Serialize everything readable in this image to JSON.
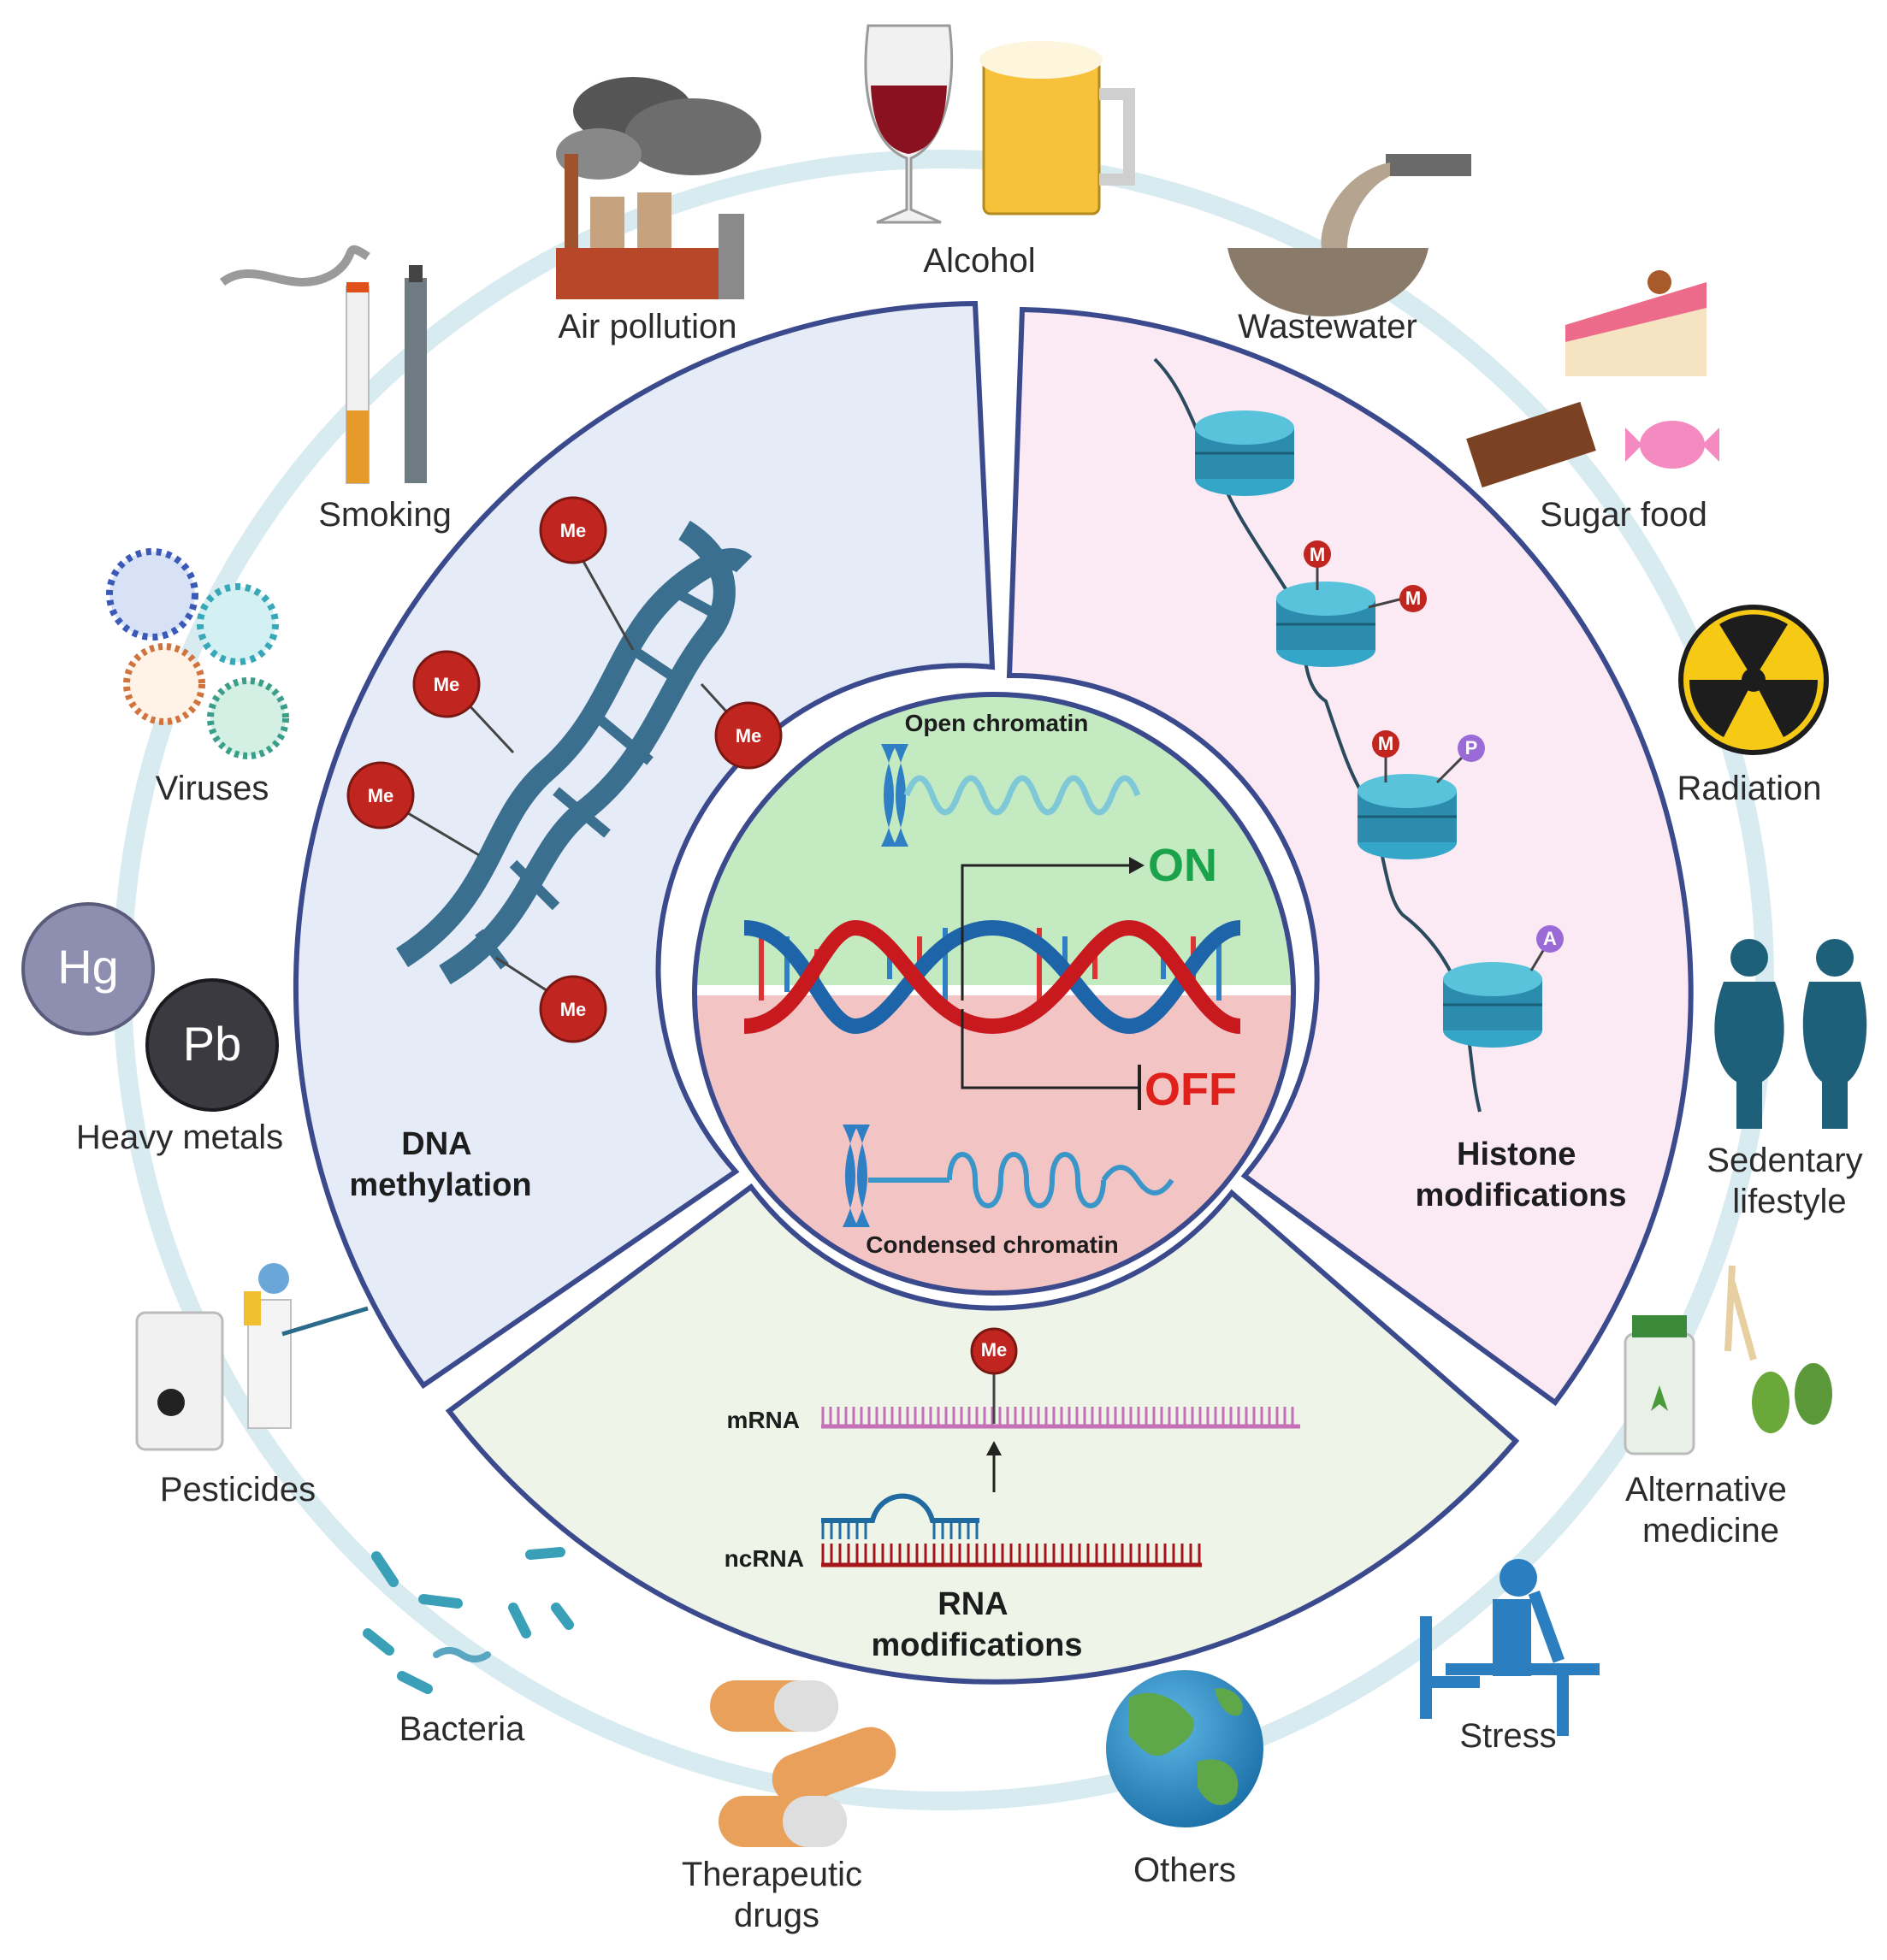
{
  "factors": {
    "alcohol": "Alcohol",
    "air_pollution": "Air pollution",
    "wastewater": "Wastewater",
    "smoking": "Smoking",
    "sugar_food": "Sugar food",
    "viruses": "Viruses",
    "radiation": "Radiation",
    "heavy_metals": "Heavy metals",
    "sedentary_lifestyle": [
      "Sedentary",
      "lifestyle"
    ],
    "pesticides": "Pesticides",
    "alternative_medicine": [
      "Alternative",
      "medicine"
    ],
    "bacteria": "Bacteria",
    "stress": "Stress",
    "therapeutic_drugs": [
      "Therapeutic",
      "drugs"
    ],
    "others": "Others"
  },
  "metals": {
    "hg": "Hg",
    "pb": "Pb"
  },
  "panels": {
    "dna": [
      "DNA",
      "methylation"
    ],
    "histone": [
      "Histone",
      "modifications"
    ],
    "rna": [
      "RNA",
      "modifications"
    ]
  },
  "center": {
    "open": "Open chromatin",
    "condensed": "Condensed chromatin",
    "on": "ON",
    "off": "OFF"
  },
  "rna": {
    "mrna": "mRNA",
    "ncrna": "ncRNA",
    "me": "Me"
  },
  "methyl_label": "Me",
  "histone_marks": [
    "M",
    "M",
    "M",
    "P",
    "A"
  ],
  "colors": {
    "ring": "#d8ebf1",
    "dna_panel": "#e6ebf8",
    "histone_panel": "#fbeaf4",
    "rna_panel": "#eef5e8",
    "panel_border": "#3b4a8c",
    "on": "#1aa34a",
    "off": "#e0201b",
    "me_red": "#c0261f"
  }
}
